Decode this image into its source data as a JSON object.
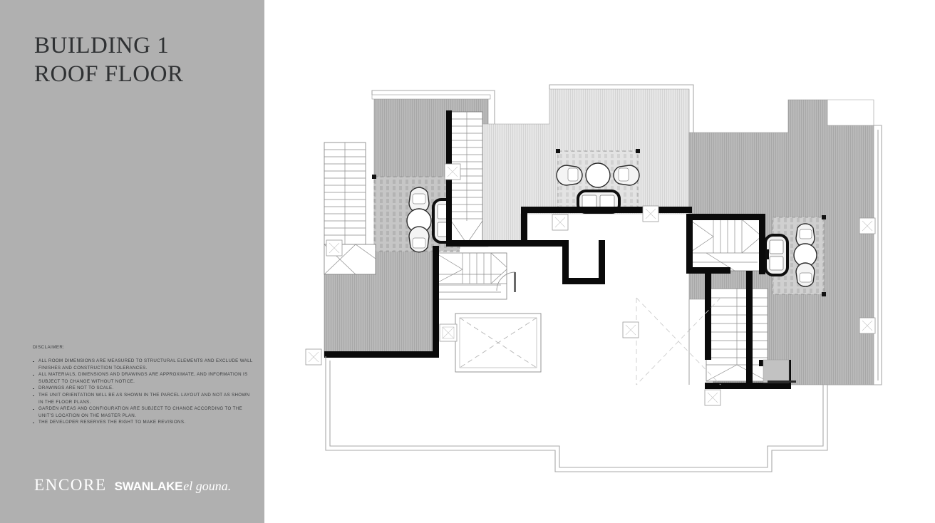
{
  "sidebar": {
    "title": {
      "line1": "BUILDING 1",
      "line2": "ROOF FLOOR"
    },
    "disclaimer": {
      "heading": "DISCLAIMER:",
      "items": [
        "ALL ROOM DIMENSIONS ARE MEASURED TO STRUCTURAL ELEMENTS AND EXCLUDE WALL FINISHES AND CONSTRUCTION TOLERANCES.",
        "ALL MATERIALS, DIMENSIONS AND DRAWINGS ARE APPROXIMATE, AND INFORMATION IS SUBJECT TO CHANGE WITHOUT NOTICE.",
        "DRAWINGS ARE NOT TO SCALE.",
        "THE UNIT ORIENTATION WILL BE AS SHOWN IN THE PARCEL LAYOUT AND NOT AS SHOWN IN THE FLOOR PLANS.",
        "GARDEN AREAS AND CONFIGURATION ARE SUBJECT TO CHANGE ACCORDING TO THE UNIT&#8217;S LOCATION ON THE MASTER PLAN.",
        "THE DEVELOPER RESERVES THE RIGHT TO MAKE REVISIONS."
      ]
    },
    "logo": {
      "encore": "ENCORE",
      "swanlake": "SWANLAKE",
      "elgouna": "el gouna."
    },
    "colors": {
      "sidebar_background": "#b0b0b0",
      "title_text": "#2f3133",
      "disclaimer_text": "#3a3c3e",
      "logo_text": "#ffffff"
    }
  },
  "plan": {
    "name": "roof-floor-plan",
    "colors": {
      "page_background": "#ffffff",
      "roof_dark_fill": "#b9b9b9",
      "roof_light_fill": "#e6e6e6",
      "deck_fill": "#cfcfcf",
      "wall_black": "#0a0a0a",
      "thin_line": "#9a9a9a",
      "furniture_outline": "#1a1a1a"
    },
    "elements": [
      {
        "name": "roof-slab-upper-left",
        "type": "hatched-roof",
        "shade": "dark"
      },
      {
        "name": "roof-slab-upper-right",
        "type": "hatched-roof",
        "shade": "dark"
      },
      {
        "name": "roof-slab-center",
        "type": "hatched-roof",
        "shade": "light"
      },
      {
        "name": "roof-slab-left-lower",
        "type": "hatched-roof",
        "shade": "dark"
      },
      {
        "name": "pergola-deck-left",
        "type": "pergola-deck"
      },
      {
        "name": "pergola-deck-center",
        "type": "pergola-deck"
      },
      {
        "name": "pergola-deck-right",
        "type": "pergola-deck"
      },
      {
        "name": "seating-group-left",
        "type": "furniture"
      },
      {
        "name": "seating-group-center",
        "type": "furniture"
      },
      {
        "name": "seating-group-right",
        "type": "furniture"
      },
      {
        "name": "staircase-exterior-left",
        "type": "stair"
      },
      {
        "name": "staircase-upper-middle",
        "type": "stair"
      },
      {
        "name": "staircase-core-center",
        "type": "stair"
      },
      {
        "name": "staircase-core-right-upper",
        "type": "stair"
      },
      {
        "name": "staircase-core-right-lower",
        "type": "stair"
      },
      {
        "name": "skylight-opening",
        "type": "skylight"
      },
      {
        "name": "building-outline-below",
        "type": "outline"
      },
      {
        "name": "column-marker",
        "type": "column"
      }
    ]
  }
}
